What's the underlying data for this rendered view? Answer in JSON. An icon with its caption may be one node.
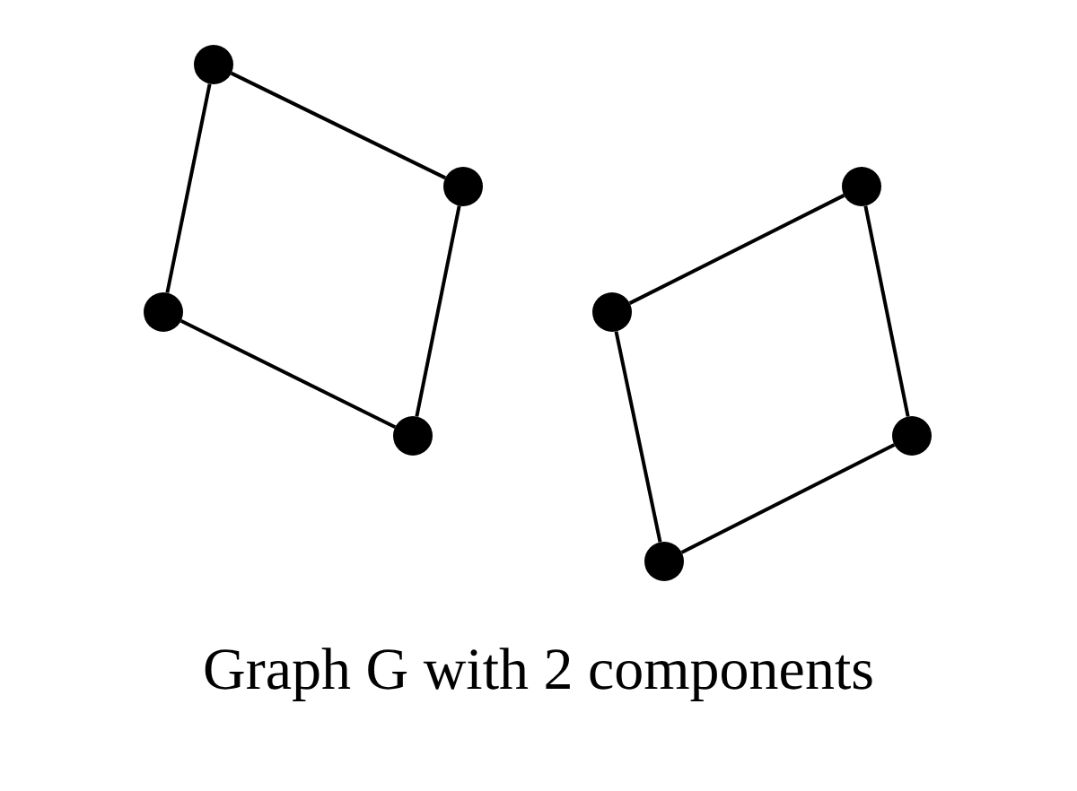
{
  "diagram": {
    "caption": "Graph G with 2 components",
    "nodes": [
      {
        "text": [],
        "shape": "circle"
      },
      {
        "text": [],
        "shape": "circle"
      },
      {
        "text": [],
        "shape": "circle"
      },
      {
        "text": [],
        "shape": "circle"
      },
      {
        "text": [],
        "shape": "circle"
      },
      {
        "text": [],
        "shape": "circle"
      },
      {
        "text": [],
        "shape": "circle"
      },
      {
        "text": [],
        "shape": "circle"
      }
    ],
    "edges": [
      {
        "from": 0,
        "to": 1,
        "arrow": "none"
      },
      {
        "from": 1,
        "to": 3,
        "arrow": "none"
      },
      {
        "from": 3,
        "to": 2,
        "arrow": "none"
      },
      {
        "from": 2,
        "to": 0,
        "arrow": "none"
      },
      {
        "from": 4,
        "to": 5,
        "arrow": "none"
      },
      {
        "from": 5,
        "to": 6,
        "arrow": "none"
      },
      {
        "from": 6,
        "to": 7,
        "arrow": "none"
      },
      {
        "from": 7,
        "to": 4,
        "arrow": "none"
      }
    ]
  }
}
